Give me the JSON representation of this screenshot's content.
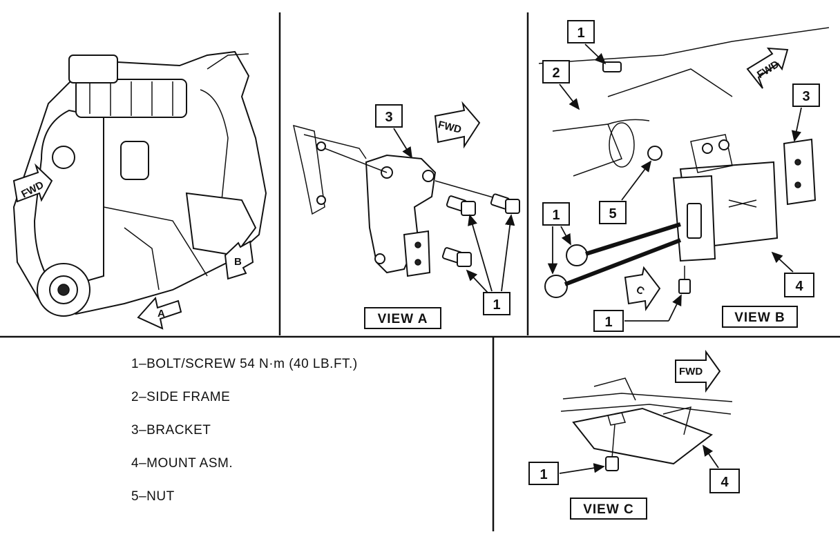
{
  "views": {
    "view_a": {
      "label": "VIEW A",
      "fwd": "FWD",
      "callout_bracket": "3",
      "callout_bolt": "1"
    },
    "view_b": {
      "label": "VIEW B",
      "fwd": "FWD",
      "callout_bolt_top": "1",
      "callout_side_frame": "2",
      "callout_bracket": "3",
      "callout_bolts_left": "1",
      "callout_nut": "5",
      "callout_mount": "4",
      "callout_bolt_bottom": "1",
      "arrow_c": "C"
    },
    "view_c": {
      "label": "VIEW C",
      "fwd": "FWD",
      "callout_bolt": "1",
      "callout_mount": "4"
    },
    "engine": {
      "fwd": "FWD",
      "arrow_a": "A",
      "arrow_b": "B"
    }
  },
  "legend": [
    "1–BOLT/SCREW 54 N·m (40 LB.FT.)",
    "2–SIDE FRAME",
    "3–BRACKET",
    "4–MOUNT ASM.",
    "5–NUT"
  ]
}
